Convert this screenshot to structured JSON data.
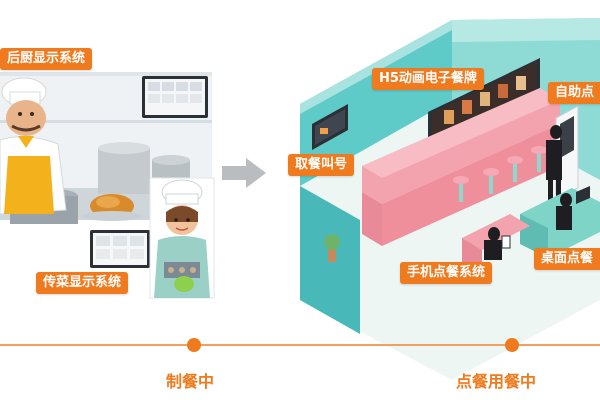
{
  "kitchen": {
    "backend_display_label": "后厨显示系统",
    "serving_display_label": "传菜显示系统"
  },
  "restaurant": {
    "h5_sign_label": "H5动画电子餐牌",
    "self_order_label": "自助点",
    "pickup_call_label": "取餐叫号",
    "mobile_order_label": "手机点餐系统",
    "table_order_label": "桌面点餐"
  },
  "timeline": {
    "stage_cooking": "制餐中",
    "stage_ordering": "点餐用餐中"
  },
  "colors": {
    "accent": "#f07a1e",
    "teal_wall": "#5bc8c8",
    "pink_furniture": "#f08a9a",
    "floor": "#e7f1ef"
  }
}
